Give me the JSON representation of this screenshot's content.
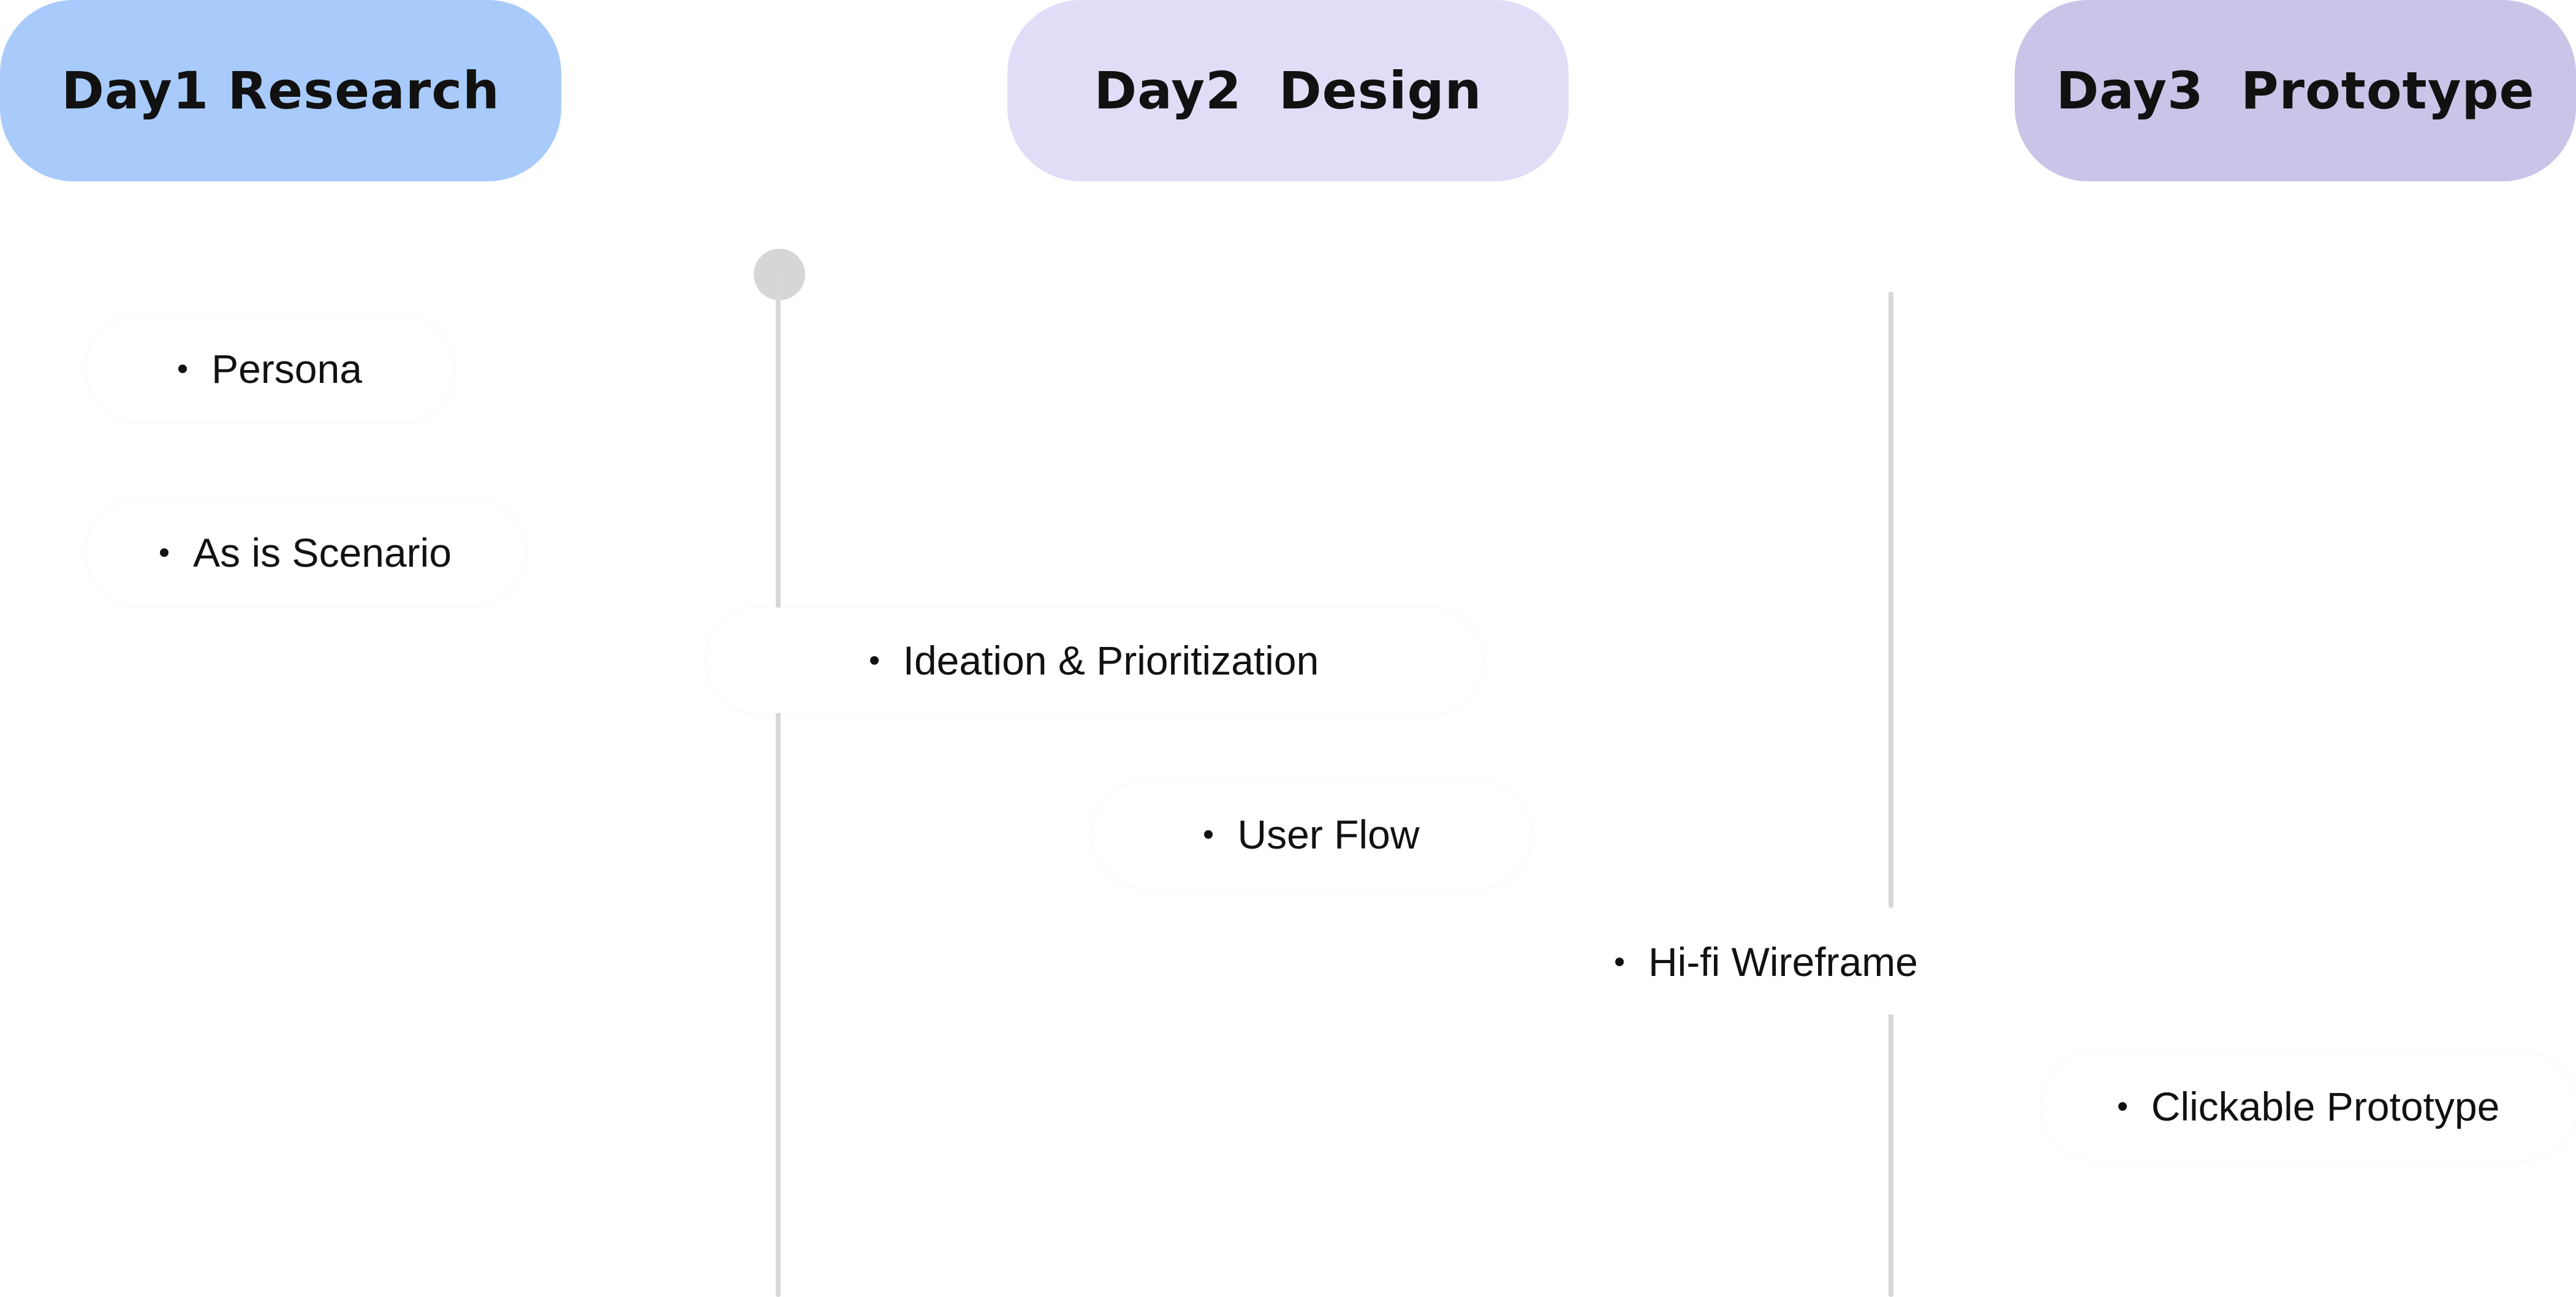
{
  "columns": [
    {
      "label": "Day1 Research",
      "color": "#a8cbfb"
    },
    {
      "label": "Day2  Design",
      "color": "#e0ddf7"
    },
    {
      "label": "Day3  Prototype",
      "color": "#c9c5e8"
    }
  ],
  "tasks": [
    {
      "label": "Persona"
    },
    {
      "label": "As is Scenario"
    },
    {
      "label": "Ideation & Prioritization"
    },
    {
      "label": "User Flow"
    },
    {
      "label": "Hi-fi Wireframe"
    },
    {
      "label": "Clickable Prototype"
    }
  ],
  "colors": {
    "rail": "#d8d8d8",
    "bullet": "#111111",
    "card": "#ffffff"
  }
}
